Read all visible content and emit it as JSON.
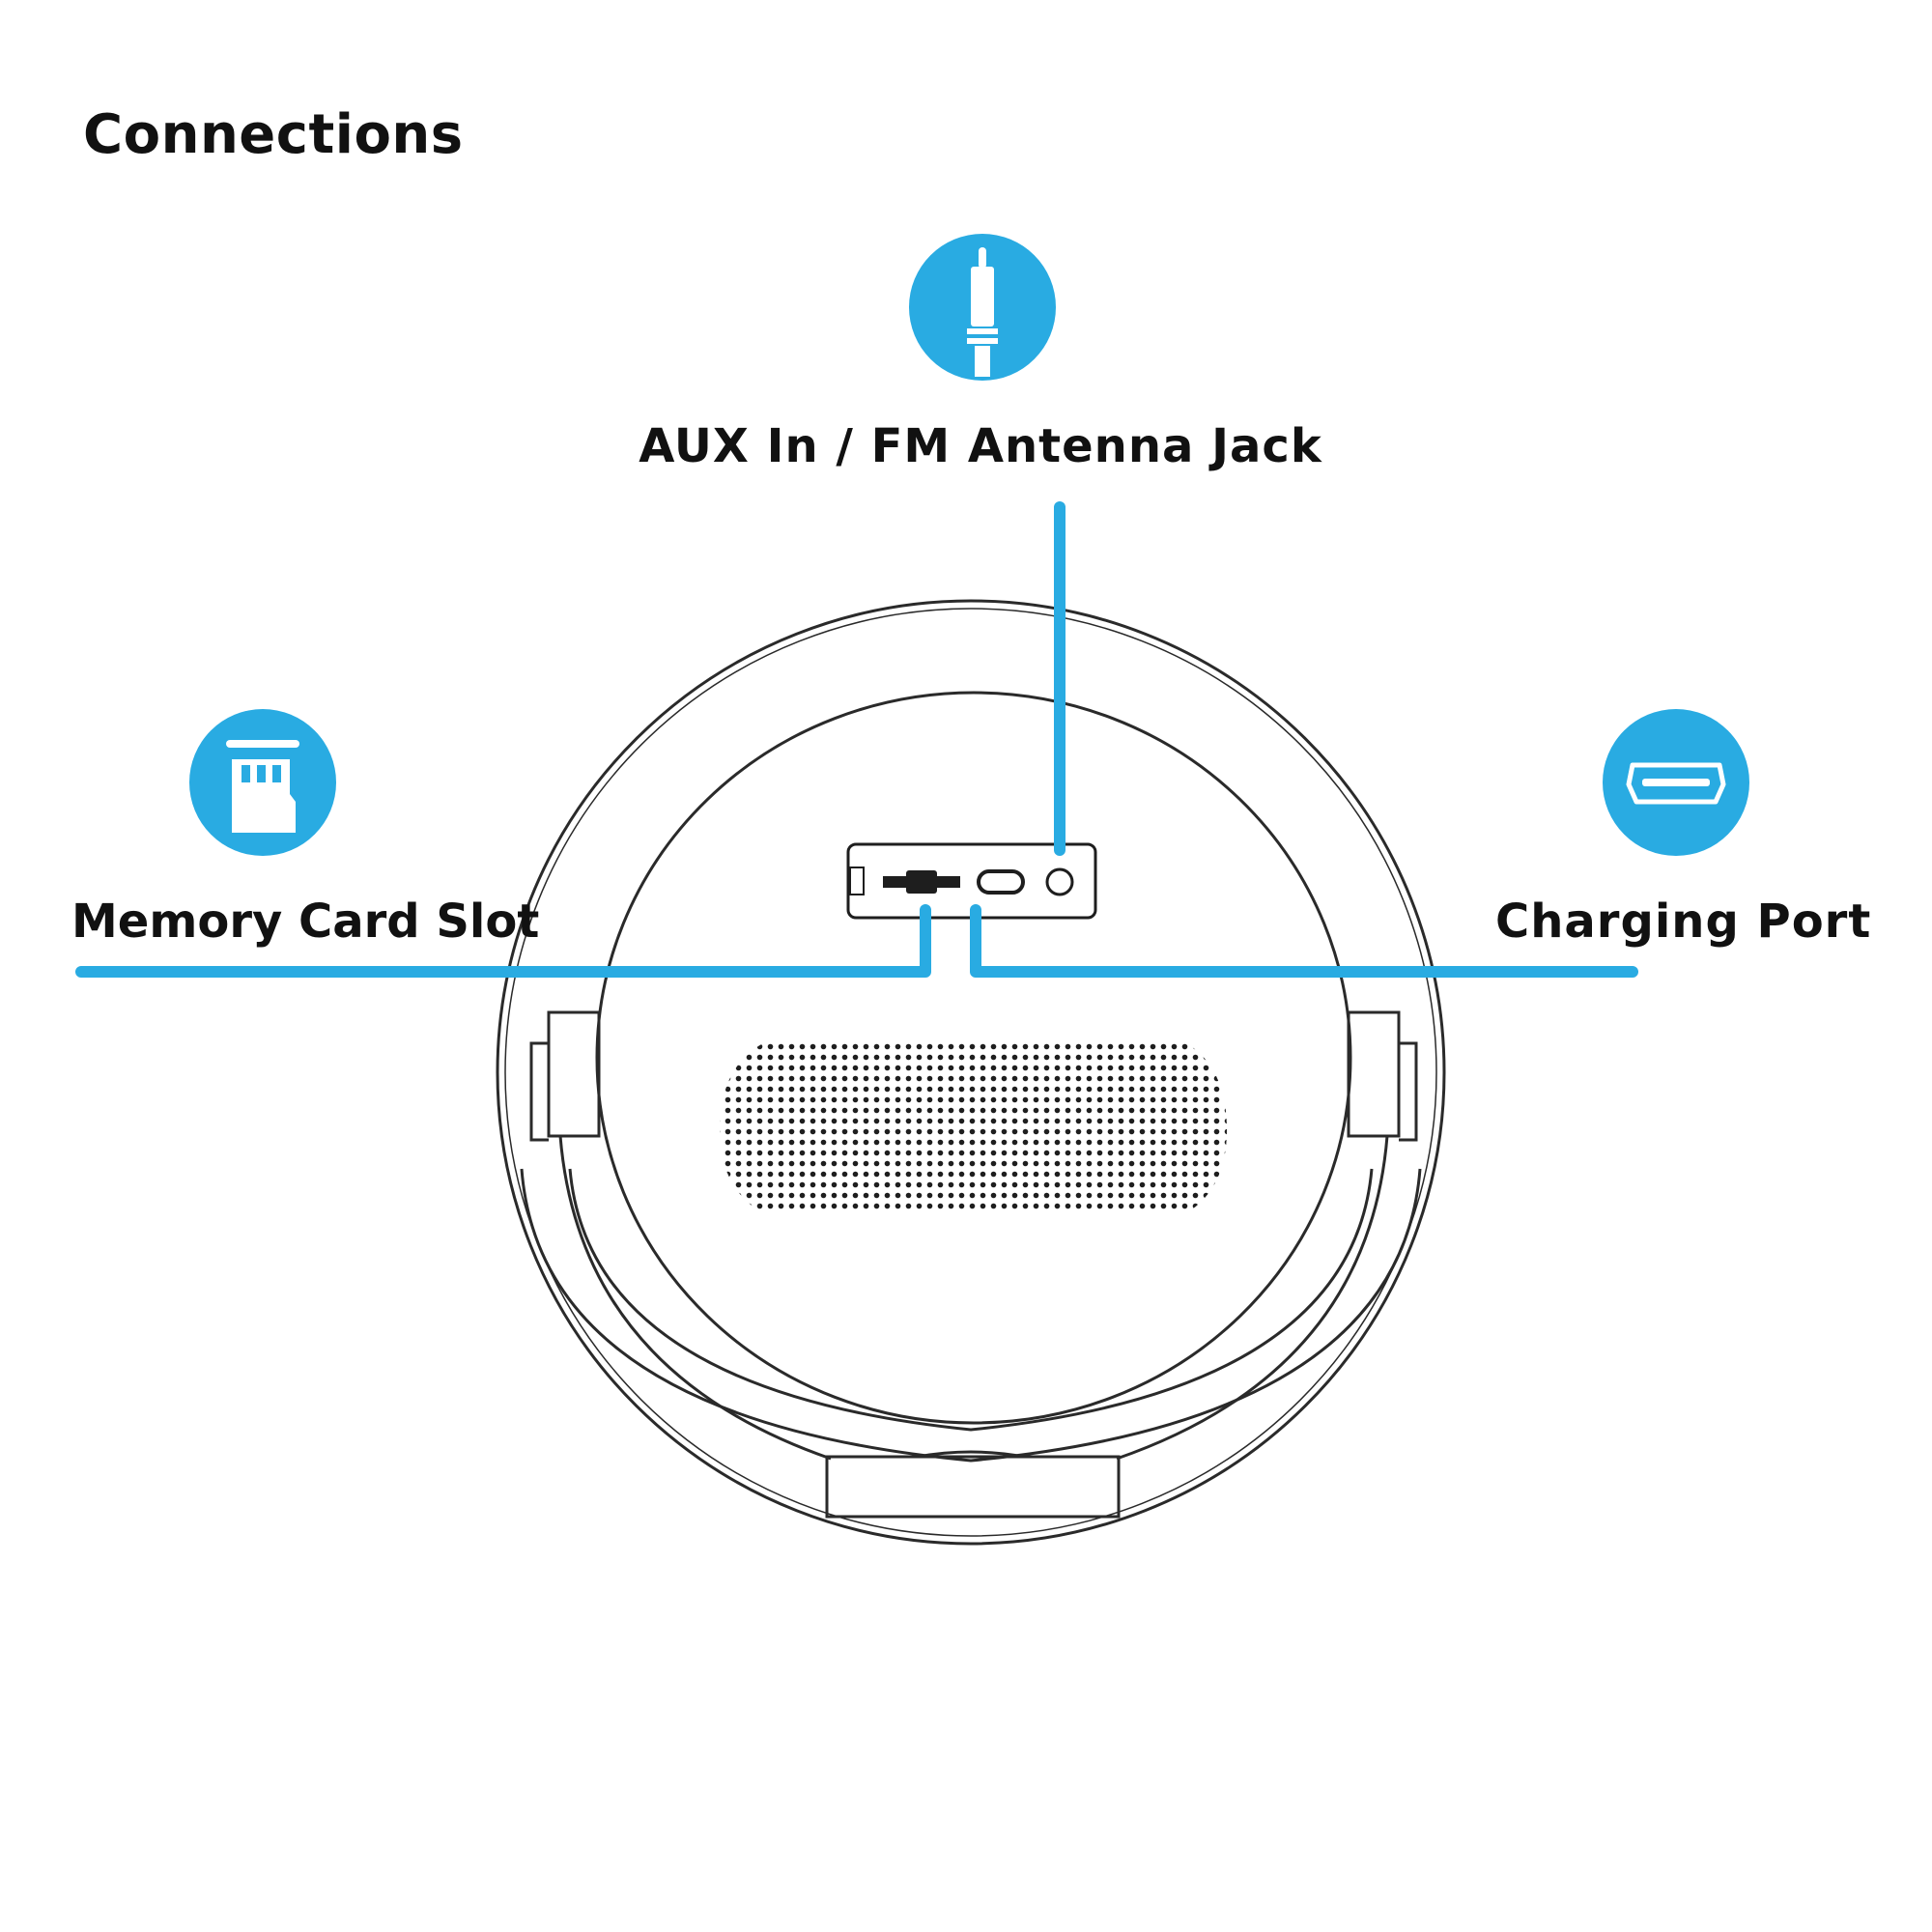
{
  "title": "Connections",
  "callouts": {
    "aux": {
      "label": "AUX In / FM Antenna Jack",
      "icon": "aux-cable-icon"
    },
    "memory": {
      "label": "Memory Card Slot",
      "icon": "memory-card-icon"
    },
    "charging": {
      "label": "Charging Port",
      "icon": "micro-usb-port-icon"
    }
  },
  "colors": {
    "accent": "#29abe2",
    "line": "#2a2a2a",
    "text": "#111111"
  }
}
